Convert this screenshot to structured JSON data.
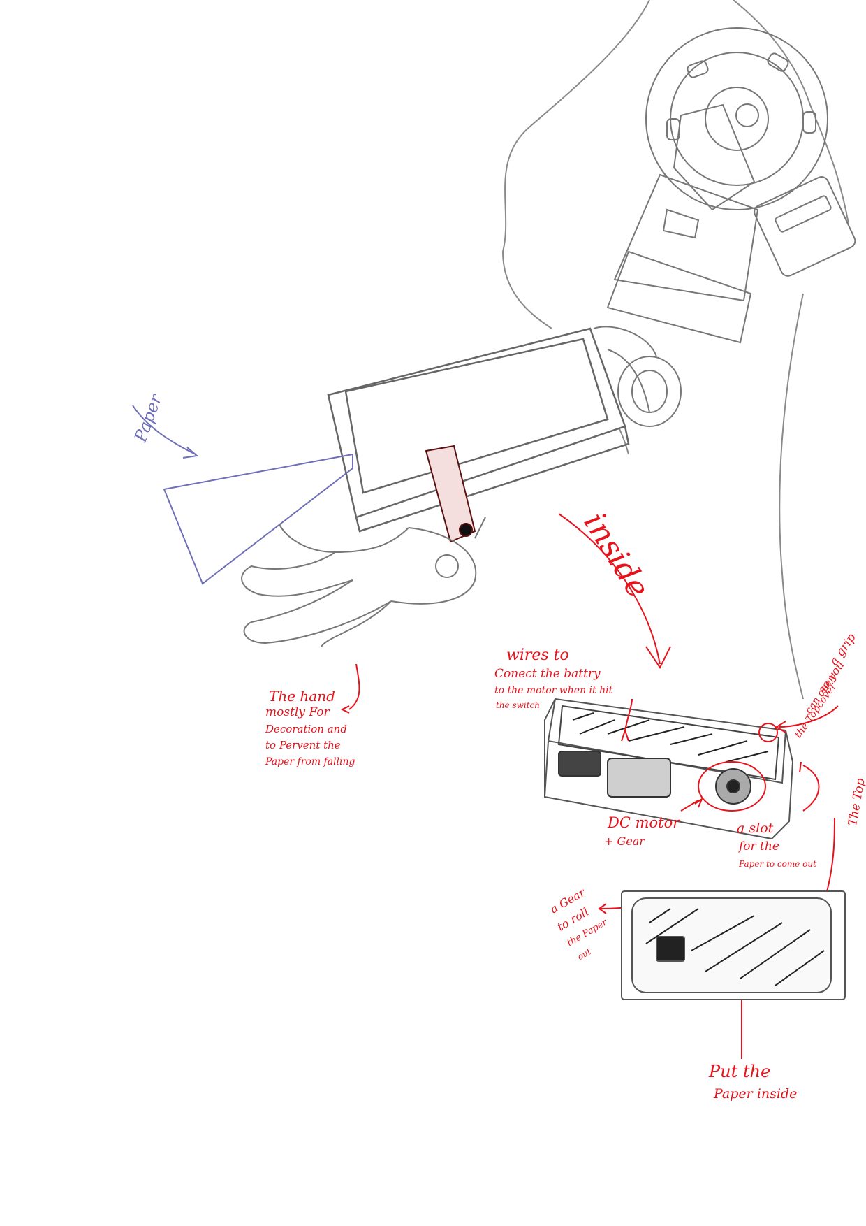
{
  "labels": {
    "paper": "Paper",
    "inside": "inside",
    "hand_line1": "The hand",
    "hand_line2": "mostly For",
    "hand_line3": "Decoration and",
    "hand_line4": "to Pervent the",
    "hand_line5": "Paper from falling",
    "wires_line1": "wires to",
    "wires_line2": "Conect the battry",
    "wires_line3": "to the motor when it hit",
    "wires_line4": "the switch",
    "grip_line1": "a grip",
    "grip_line2": "so you",
    "grip_line3": "can open",
    "grip_line4": "the Topcover",
    "top": "The Top",
    "motor_line1": "DC motor",
    "motor_line2": "+ Gear",
    "slot_line1": "a slot",
    "slot_line2": "for the",
    "slot_line3": "Paper to come out",
    "gear_line1": "a Gear",
    "gear_line2": "to roll",
    "gear_line3": "the Paper",
    "gear_line4": "out",
    "put_line1": "Put the",
    "put_line2": "Paper inside"
  },
  "colors": {
    "annotation": "#e8121b",
    "paper": "#6e6fb8",
    "sketch": "#777777"
  }
}
